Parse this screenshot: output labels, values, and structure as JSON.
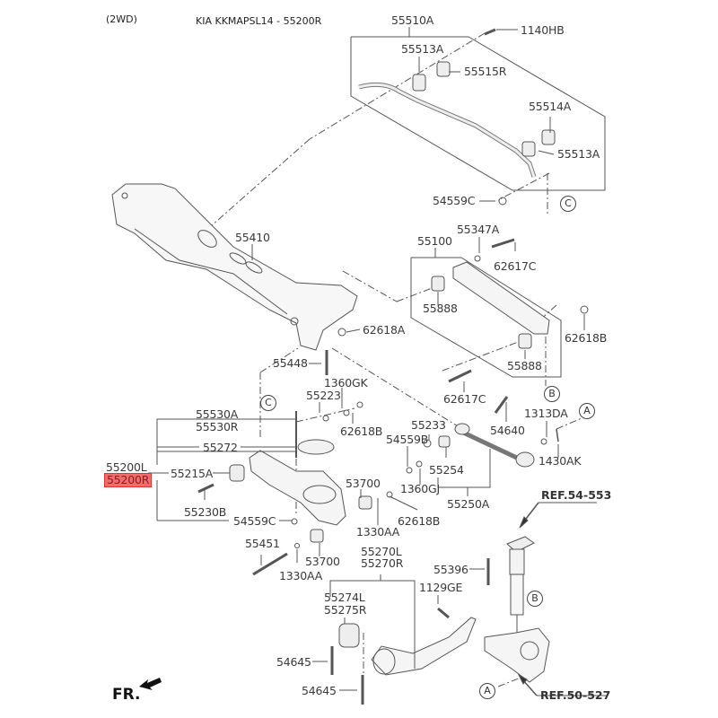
{
  "header": {
    "variant": "(2WD)",
    "title": "KIA KKMAPSL14 - 55200R"
  },
  "highlight_color": "#f36b6b",
  "orientation_label": "FR.",
  "references": {
    "strut_ref": "REF.54-553",
    "knuckle_ref": "REF.50-527"
  },
  "connectors": [
    "A",
    "B",
    "C"
  ],
  "groups": {
    "stabilizer_bar": {
      "assembly": "55510A",
      "parts": [
        "1140HB",
        "55513A",
        "55515R",
        "55514A",
        "55513A",
        "54559C"
      ]
    },
    "crossmember": {
      "assembly": "55410",
      "parts": [
        "62618A",
        "55448",
        "1360GK"
      ]
    },
    "upper_arm": {
      "assembly": "55100",
      "parts": [
        "55347A",
        "62617C",
        "55888",
        "55888",
        "62618B",
        "62617C"
      ]
    },
    "lower_arm": {
      "assembly_left": "55200L",
      "assembly_right": "55200R",
      "parts": [
        "55530A",
        "55530R",
        "55272",
        "55215A",
        "55230B",
        "54559C",
        "55223",
        "62618B",
        "53700",
        "1330AA",
        "53700",
        "55451",
        "1330AA"
      ]
    },
    "assist_arm": {
      "assembly": "55250A",
      "parts": [
        "55233",
        "54559B",
        "55254",
        "1360GJ",
        "54640",
        "1313DA",
        "1430AK",
        "62618B"
      ]
    },
    "trailing_arm": {
      "assembly_left": "55270L",
      "assembly_right": "55270R",
      "parts": [
        "55274L",
        "55275R",
        "54645",
        "54645",
        "1129GE",
        "55396"
      ]
    }
  }
}
